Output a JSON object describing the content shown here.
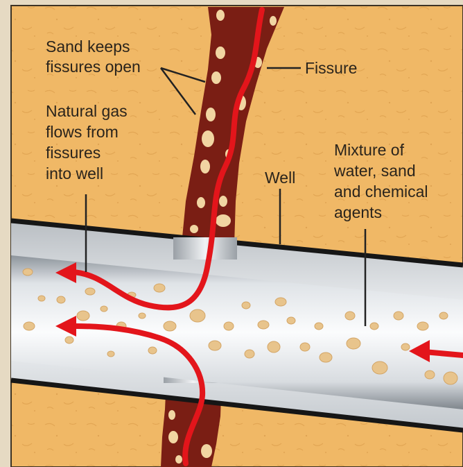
{
  "labels": {
    "sand_keeps": [
      "Sand keeps",
      "fissures open"
    ],
    "fissure": "Fissure",
    "natural_gas": [
      "Natural gas",
      "flows from",
      "fissures",
      "into well"
    ],
    "well": "Well",
    "mixture": [
      "Mixture of",
      "water, sand",
      "and chemical",
      "agents"
    ]
  },
  "colors": {
    "ground": "#f0b866",
    "rock_brown": "#7a1e14",
    "flow_red": "#e3151b",
    "pipe_light": "#f2f4f6",
    "pipe_shadow": "#9ea4aa",
    "sand_grain": "#e8c48c",
    "text": "#2a241c"
  }
}
